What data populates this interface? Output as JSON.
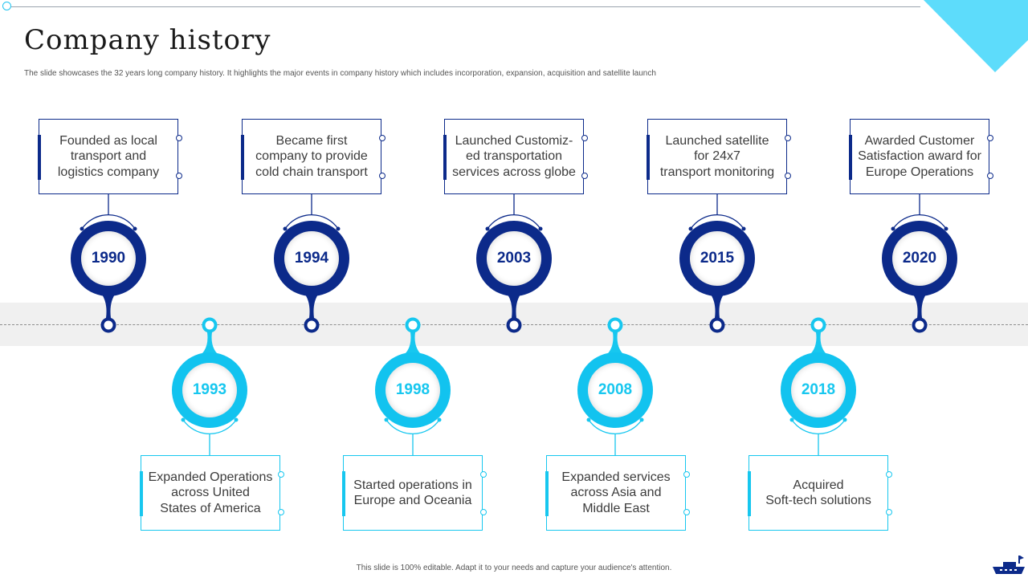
{
  "title": "Company history",
  "subtitle": "The slide showcases the 32 years long company history. It highlights the major events in company history which includes incorporation, expansion, acquisition and satellite launch",
  "footer": "This slide is 100% editable. Adapt it to your needs and capture your audience's attention.",
  "colors": {
    "dark": "#0c2a8a",
    "light": "#17c7ef",
    "band": "#f0f0f0"
  },
  "top_events": [
    {
      "year": "1990",
      "text": "Founded as local\ntransport and\nlogistics company"
    },
    {
      "year": "1994",
      "text": "Became first\ncompany to provide\ncold chain transport"
    },
    {
      "year": "2003",
      "text": "Launched Customiz-\ned transportation\nservices across globe"
    },
    {
      "year": "2015",
      "text": "Launched satellite\nfor 24x7\ntransport monitoring"
    },
    {
      "year": "2020",
      "text": "Awarded Customer\nSatisfaction award for\nEurope Operations"
    }
  ],
  "bottom_events": [
    {
      "year": "1993",
      "text": "Expanded Operations\nacross United\nStates of America"
    },
    {
      "year": "1998",
      "text": "Started operations in\nEurope and Oceania"
    },
    {
      "year": "2008",
      "text": "Expanded services\nacross Asia and\nMiddle East"
    },
    {
      "year": "2018",
      "text": "Acquired\nSoft-tech solutions"
    }
  ],
  "icons": [
    "ship-icon"
  ]
}
